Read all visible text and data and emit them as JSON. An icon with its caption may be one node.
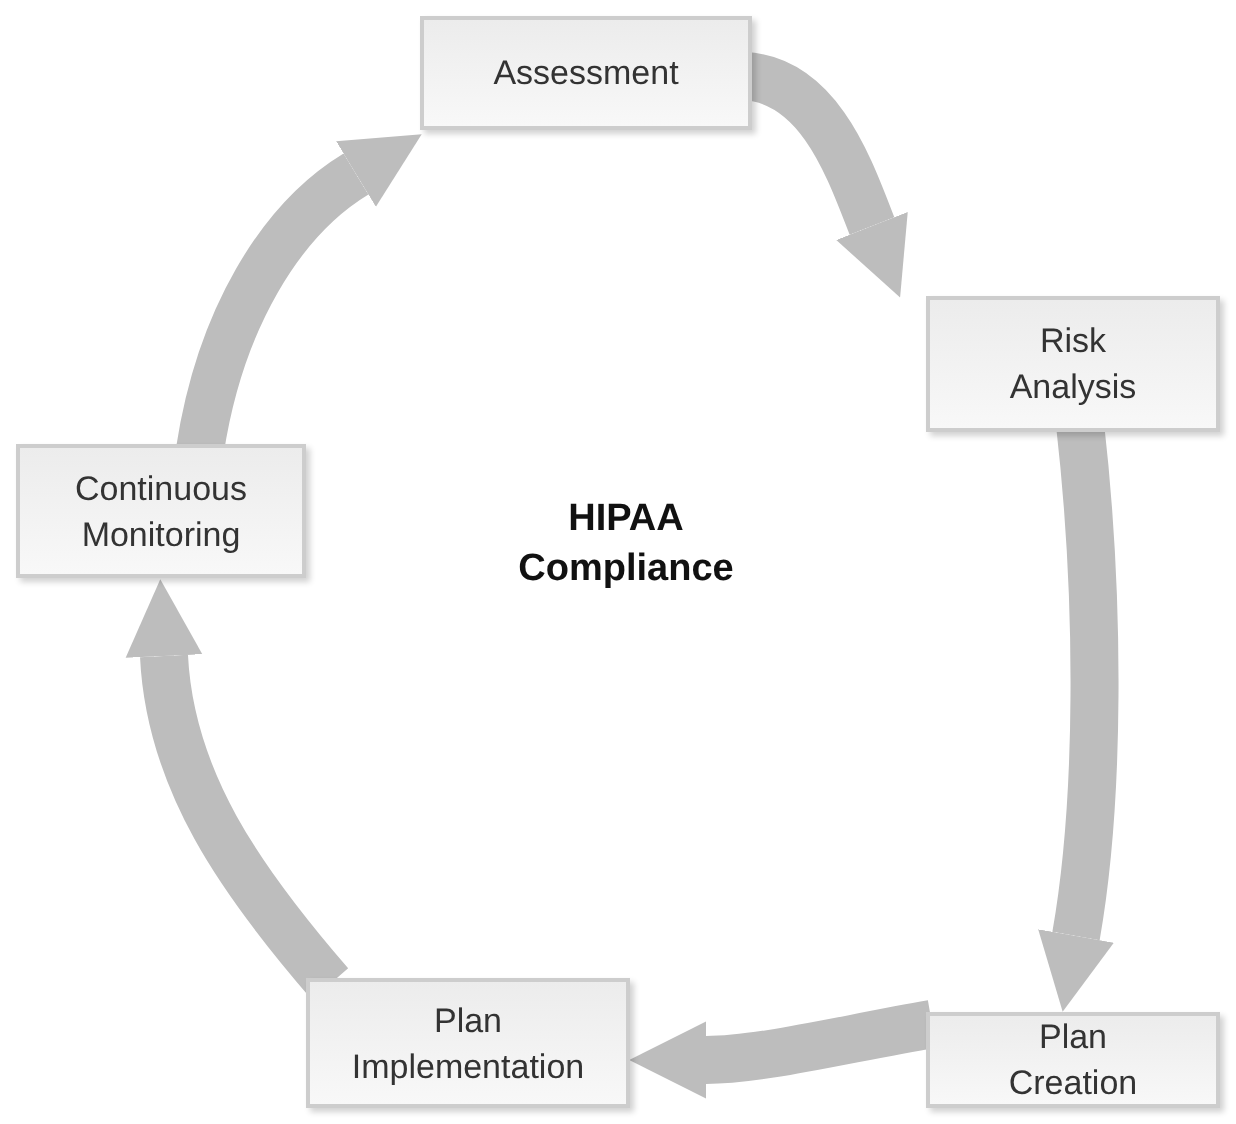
{
  "diagram": {
    "title": "HIPAA Compliance",
    "nodes": [
      {
        "text": [
          "Assessment"
        ]
      },
      {
        "text": [
          "Risk Analysis"
        ]
      },
      {
        "text": [
          "Plan Creation"
        ]
      },
      {
        "text": [
          "Plan Implementation"
        ]
      },
      {
        "text": [
          "Continuous Monitoring"
        ]
      }
    ],
    "edges": [
      {
        "from": 0,
        "to": 1,
        "arrow": "to"
      },
      {
        "from": 1,
        "to": 2,
        "arrow": "to"
      },
      {
        "from": 2,
        "to": 3,
        "arrow": "to"
      },
      {
        "from": 3,
        "to": 4,
        "arrow": "to"
      },
      {
        "from": 4,
        "to": 0,
        "arrow": "to"
      }
    ]
  }
}
